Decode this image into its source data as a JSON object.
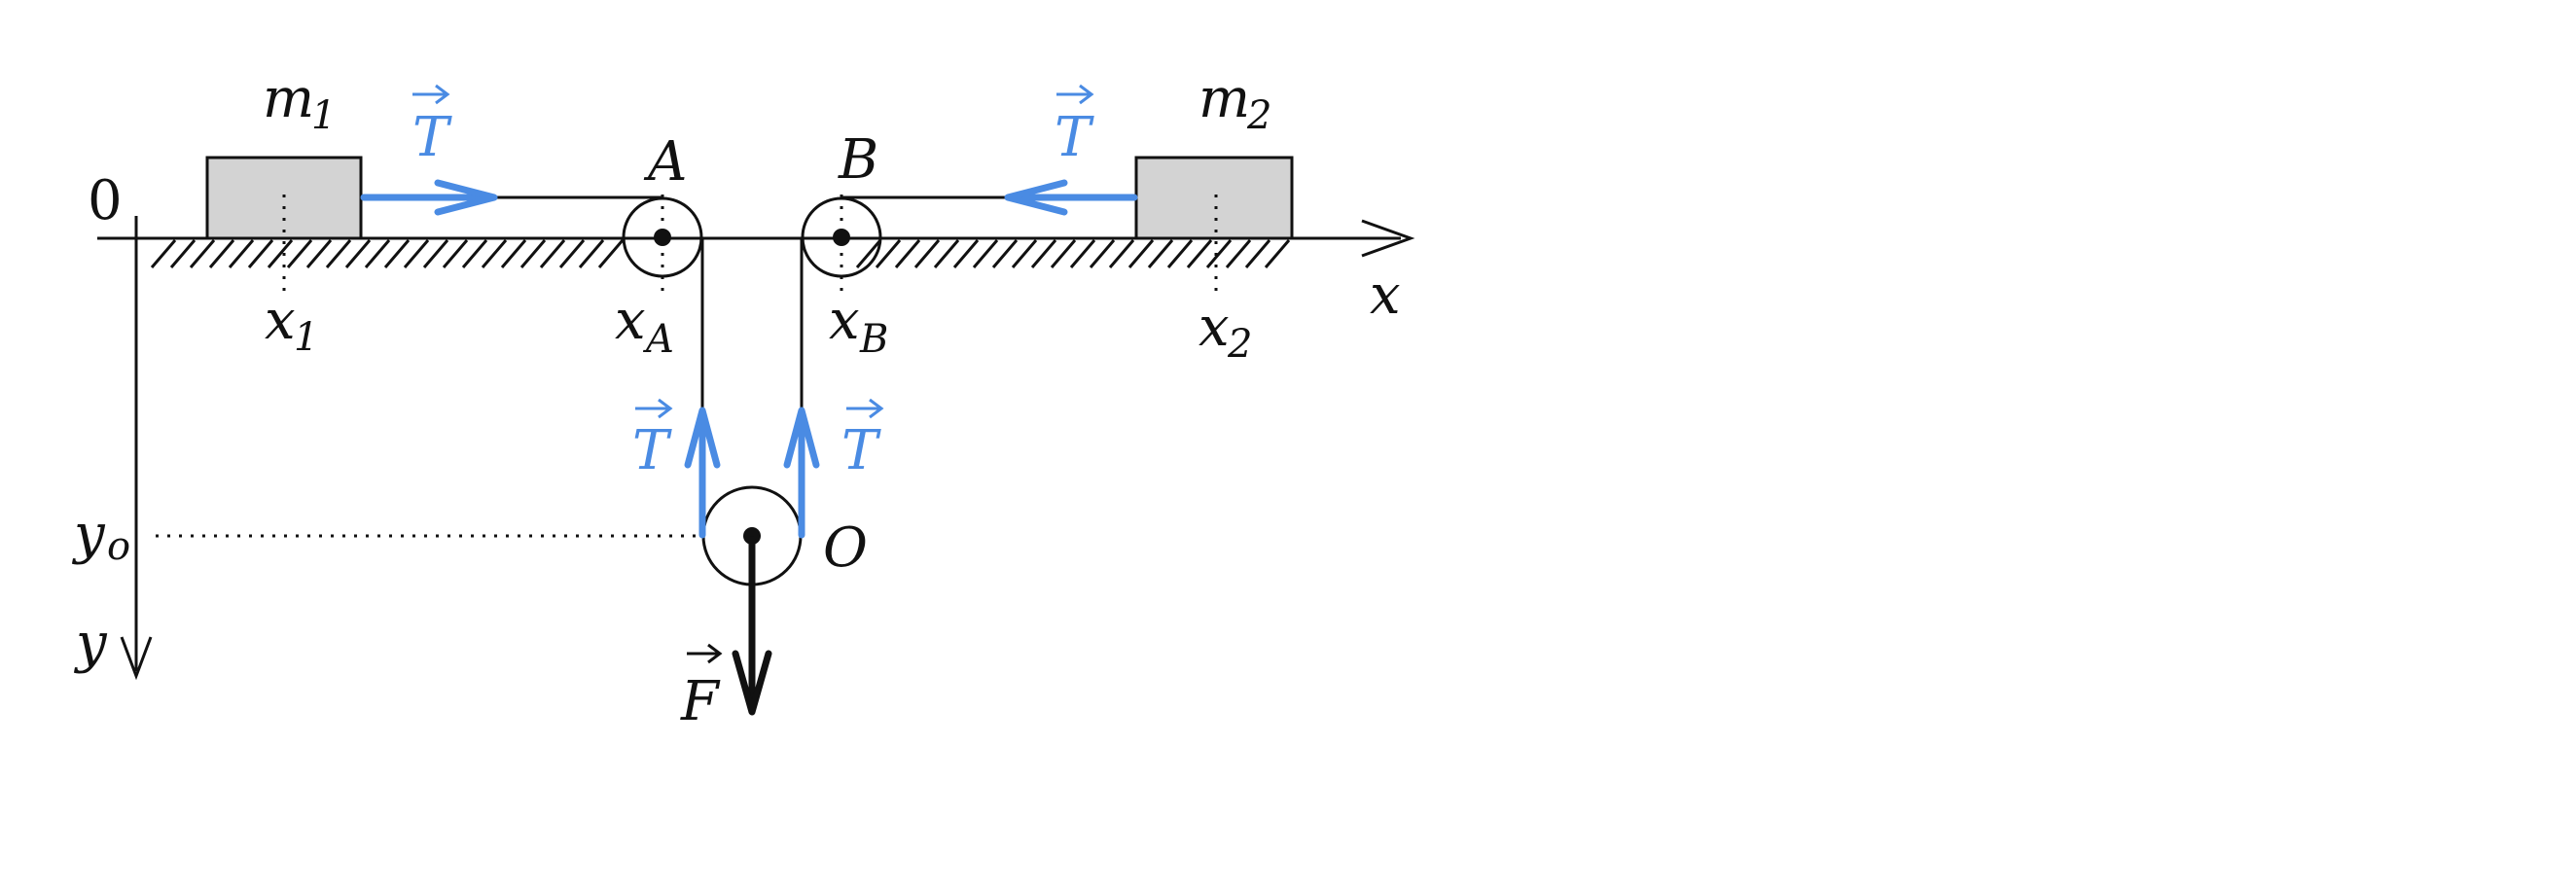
{
  "colors": {
    "line": "#111111",
    "tension": "#4a8be3",
    "block_fill": "#d3d3d3"
  },
  "labels": {
    "origin": "0",
    "x_axis": "x",
    "y_axis": "y",
    "y_o": "y",
    "y_o_sub": "o",
    "mass1": "m",
    "mass1_sub": "1",
    "mass2": "m",
    "mass2_sub": "2",
    "pulley_a": "A",
    "pulley_b": "B",
    "pulley_o": "O",
    "x1": "x",
    "x1_sub": "1",
    "x2": "x",
    "x2_sub": "2",
    "xa": "x",
    "xa_sub": "A",
    "xb": "x",
    "xb_sub": "B",
    "tension": "T",
    "force": "F"
  }
}
